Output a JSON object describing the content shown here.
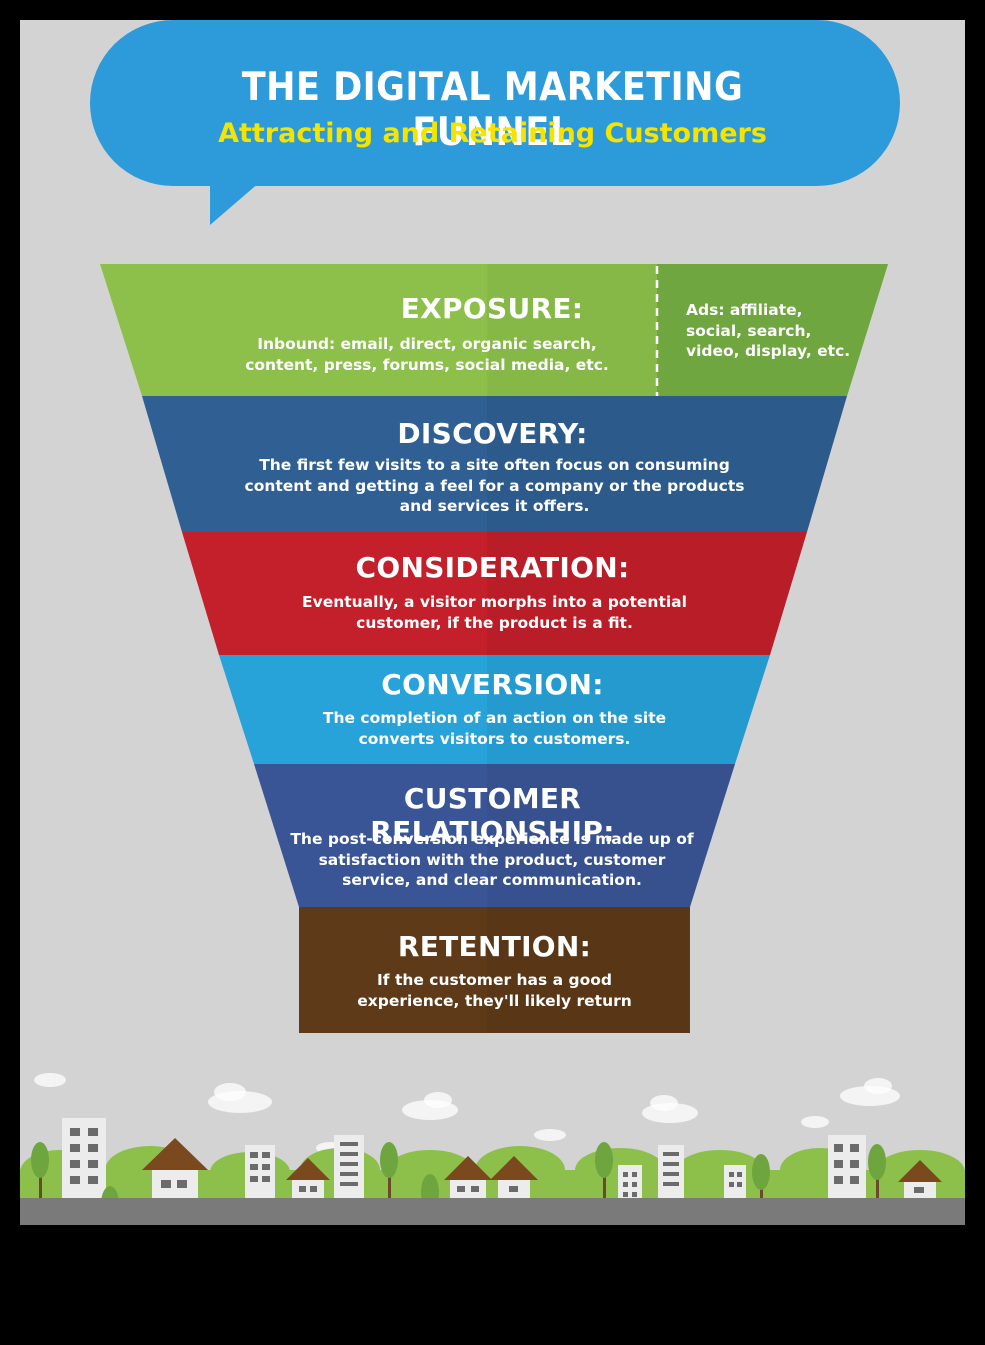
{
  "header": {
    "title": "THE DIGITAL MARKETING FUNNEL",
    "subtitle": "Attracting and Retaining Customers"
  },
  "stages": [
    {
      "title": "EXPOSURE:",
      "description": "Inbound: email, direct, organic search, content, press, forums, social media, etc.",
      "side_note": "Ads: affiliate, social, search, video, display, etc.",
      "color": "#8cc04b",
      "side_color": "#6fa640"
    },
    {
      "title": "DISCOVERY:",
      "description": "The first few visits to a site often focus on consuming content and getting a feel for a company or the products and services it offers.",
      "color": "#2f5f93"
    },
    {
      "title": "CONSIDERATION:",
      "description": "Eventually, a visitor morphs into a potential customer, if the product is a fit.",
      "color": "#c3202b"
    },
    {
      "title": "CONVERSION:",
      "description": "The completion of an action on the site converts visitors to customers.",
      "color": "#28a3da"
    },
    {
      "title": "CUSTOMER RELATIONSHIP:",
      "description": "The post-conversion experience is made up of satisfaction with the product, customer service, and clear communication.",
      "color": "#3a5596"
    },
    {
      "title": "RETENTION:",
      "description": "If the customer has a good experience, they'll likely return",
      "color": "#5e3a18"
    }
  ],
  "colors": {
    "background": "#d3d3d3",
    "bubble": "#2d9ad9",
    "subtitle": "#f4e400",
    "grass": "#8dc04a",
    "road": "#7a7a7a"
  }
}
